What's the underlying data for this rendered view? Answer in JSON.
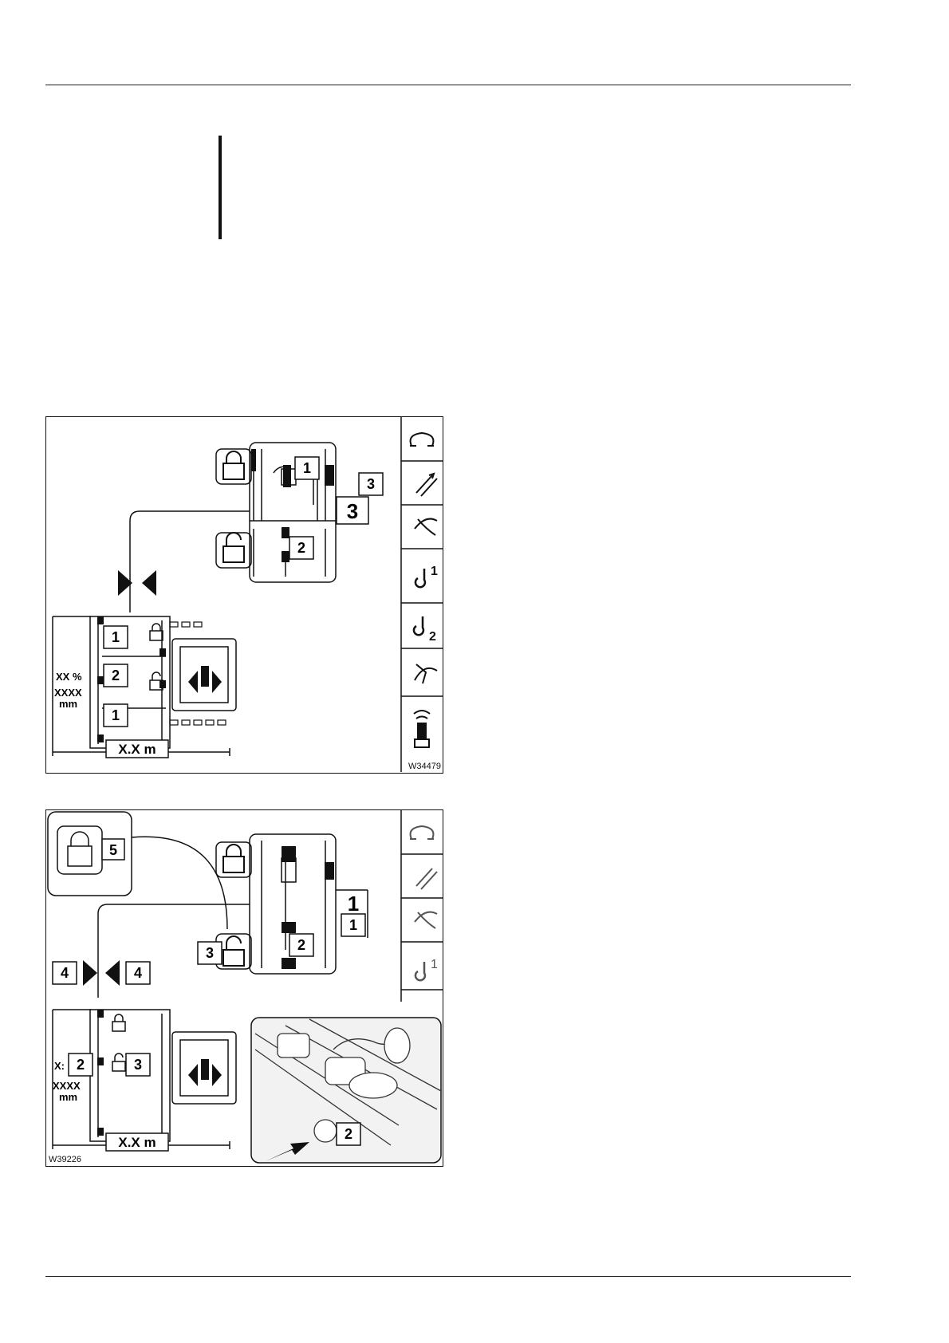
{
  "figures": [
    {
      "id": "W34479",
      "callouts": [
        "1",
        "3",
        "2",
        "1",
        "2",
        "1",
        "3"
      ],
      "readouts": {
        "percent": "XX %",
        "distance_value": "XXXX",
        "distance_unit": "mm",
        "width": "X.X m"
      },
      "side_icons": [
        "slewing-icon",
        "telescope-mode-icon",
        "boom-telescope-icon",
        "hook-1-icon",
        "hook-2-icon",
        "derrick-icon",
        "remote-control-icon"
      ],
      "hook_labels": [
        "1",
        "2"
      ]
    },
    {
      "id": "W39226",
      "callouts": [
        "5",
        "1",
        "1",
        "2",
        "3",
        "4",
        "4",
        "2",
        "3",
        "2"
      ],
      "readouts": {
        "percent": "X:",
        "distance_value": "XXXX",
        "distance_unit": "mm",
        "width": "X.X m"
      },
      "side_icons": [
        "slewing-icon",
        "telescope-mode-icon",
        "boom-telescope-icon",
        "hook-1-icon"
      ],
      "hook_labels": [
        "1"
      ]
    }
  ]
}
